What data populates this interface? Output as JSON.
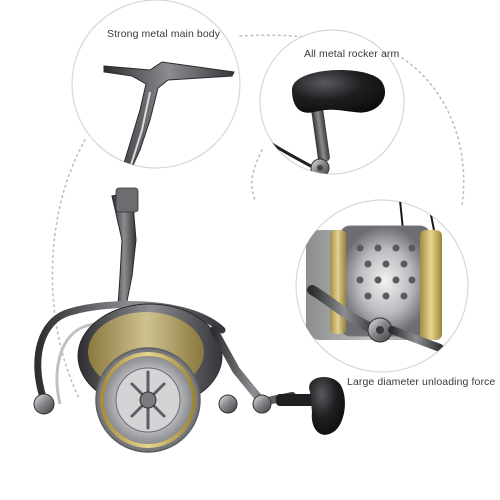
{
  "callouts": {
    "main_body": "Strong metal main body",
    "rocker_arm": "All metal rocker arm",
    "unloading": "Large diameter unloading force"
  },
  "colors": {
    "metal_dark": "#4a4a4e",
    "metal_light": "#c9cacc",
    "gold_accent": "#c9b25a",
    "knob_black": "#1d1d1f",
    "dotted_line": "#bdbdbd"
  }
}
